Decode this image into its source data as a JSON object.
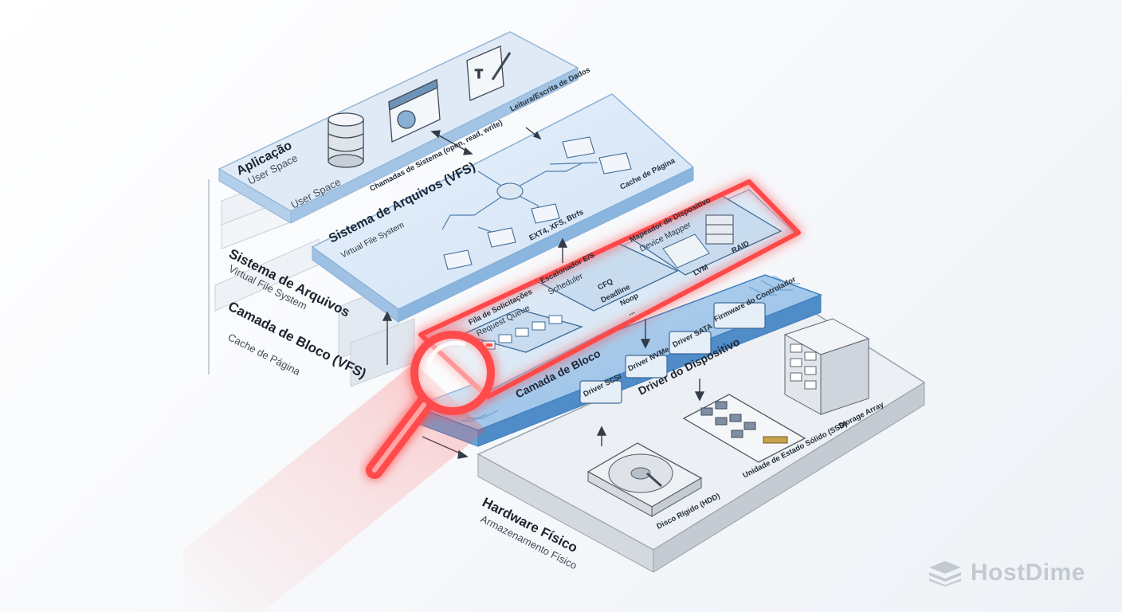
{
  "layers": {
    "application": {
      "title": "Aplicação",
      "subtitle": "User Space",
      "inner_label": "User Space"
    },
    "vfs": {
      "title": "Sistema de Arquivos (VFS)",
      "subtitle": "Virtual File System",
      "fs_types": "EXT4, XFS, Btrfs",
      "page_cache": "Cache de Página"
    },
    "block": {
      "title": "Camada de Bloco",
      "queue_title": "Fila de Solicitações",
      "queue_sub": "Request Queue",
      "scheduler_title": "Escalonador E/S",
      "scheduler_sub": "Scheduler",
      "scheduler_items": [
        "CFQ",
        "Deadline",
        "Noop",
        "..."
      ],
      "mapper_title": "Mapeador de Dispositivo",
      "mapper_sub": "Device Mapper",
      "lvm": "LVM",
      "raid": "RAID"
    },
    "driver": {
      "title": "Driver do Dispositivo",
      "drivers": [
        "Driver SCSI",
        "Driver NVMe",
        "Driver SATA"
      ],
      "firmware": "Firmware do Controlador"
    },
    "hardware": {
      "title": "Hardware Físico",
      "subtitle": "Armazenamento Físico",
      "hdd": "Disco Rígido (HDD)",
      "ssd": "Unidade de Estado Sólido (SSD)",
      "array": "Storage Array"
    }
  },
  "annotations": {
    "syscalls": "Chamadas de Sistema (open, read, write)",
    "read_write": "Leitura/Escrita de Dados"
  },
  "side_labels": [
    {
      "title": "Sistema de Arquivos",
      "subtitle": "Virtual File System"
    },
    {
      "title": "Camada de Bloco (VFS)",
      "subtitle": "Cache de Página"
    }
  ],
  "brand": {
    "name": "HostDime"
  },
  "colors": {
    "highlight": "#ff3b3b",
    "layer_blue": "#5b9bd5",
    "layer_glass": "#dbe9f7",
    "hardware_gray": "#d9dde3"
  }
}
